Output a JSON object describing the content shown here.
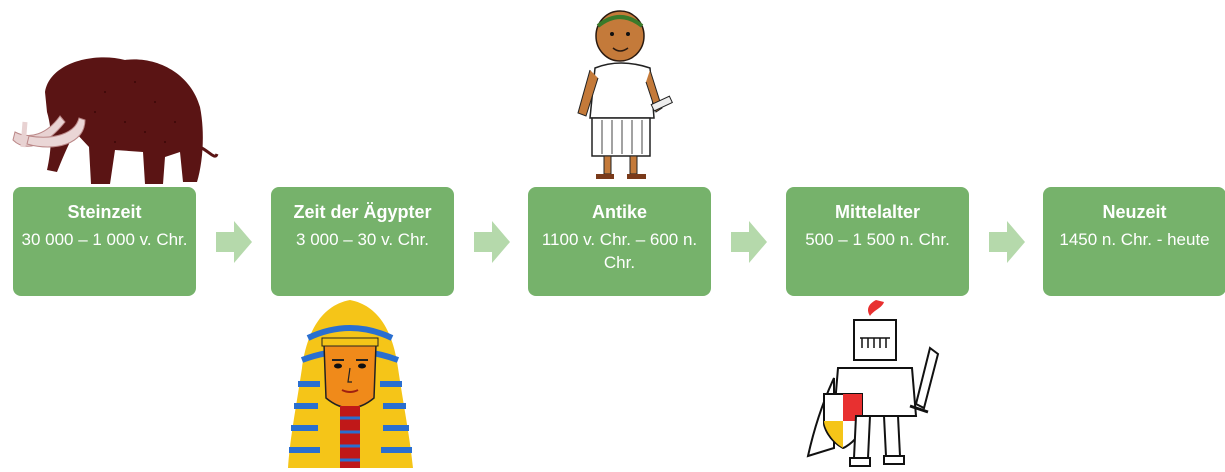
{
  "periods": [
    {
      "title": "Steinzeit",
      "dates": "30 000 – 1 000 v. Chr."
    },
    {
      "title": "Zeit der Ägypter",
      "dates": "3 000  – 30 v. Chr."
    },
    {
      "title": "Antike",
      "dates": "1100 v. Chr. – 600 n. Chr."
    },
    {
      "title": "Mittelalter",
      "dates": "500 – 1 500 n. Chr."
    },
    {
      "title": "Neuzeit",
      "dates": "1450 n. Chr. - heute"
    }
  ],
  "colors": {
    "box": "#76b26b",
    "arrow": "#b5d9ab",
    "text": "#ffffff"
  },
  "illustrations": [
    "mammoth-illustration",
    "pharaoh-illustration",
    "roman-illustration",
    "knight-illustration"
  ]
}
